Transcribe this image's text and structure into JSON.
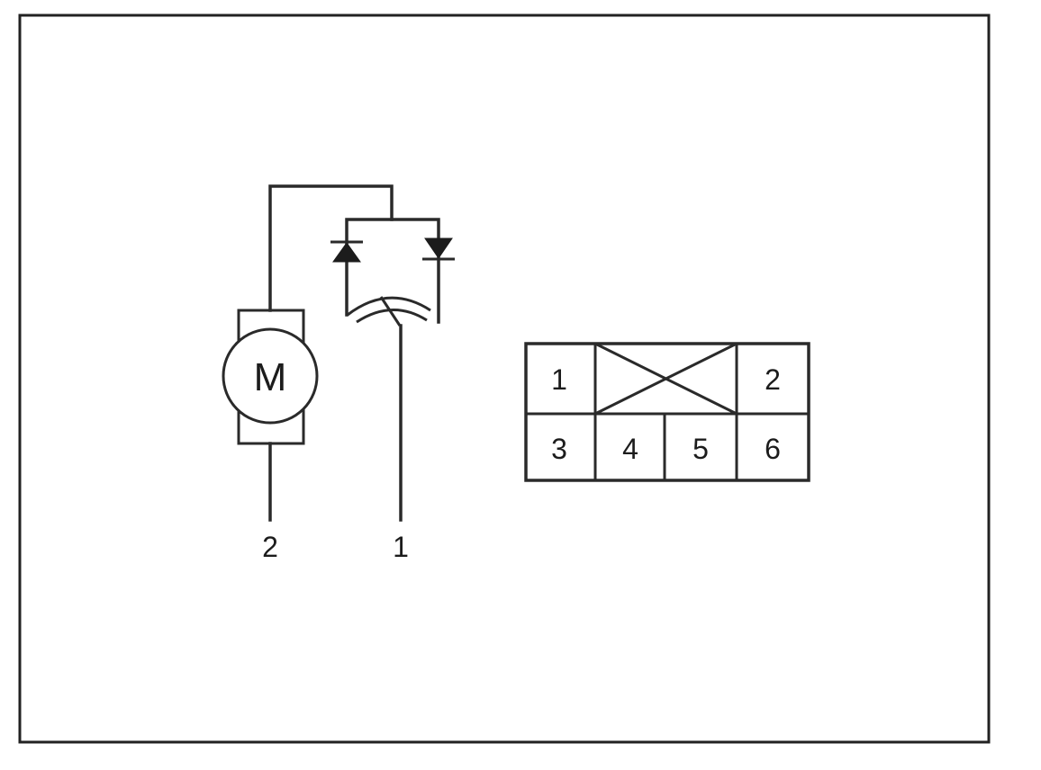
{
  "schematic": {
    "motor_symbol": "M",
    "terminal_labels": [
      "2",
      "1"
    ]
  },
  "connector": {
    "top_row": [
      "1",
      "2"
    ],
    "bottom_row": [
      "3",
      "4",
      "5",
      "6"
    ]
  },
  "colors": {
    "line": "#2a2a2a",
    "background": "#ffffff"
  }
}
